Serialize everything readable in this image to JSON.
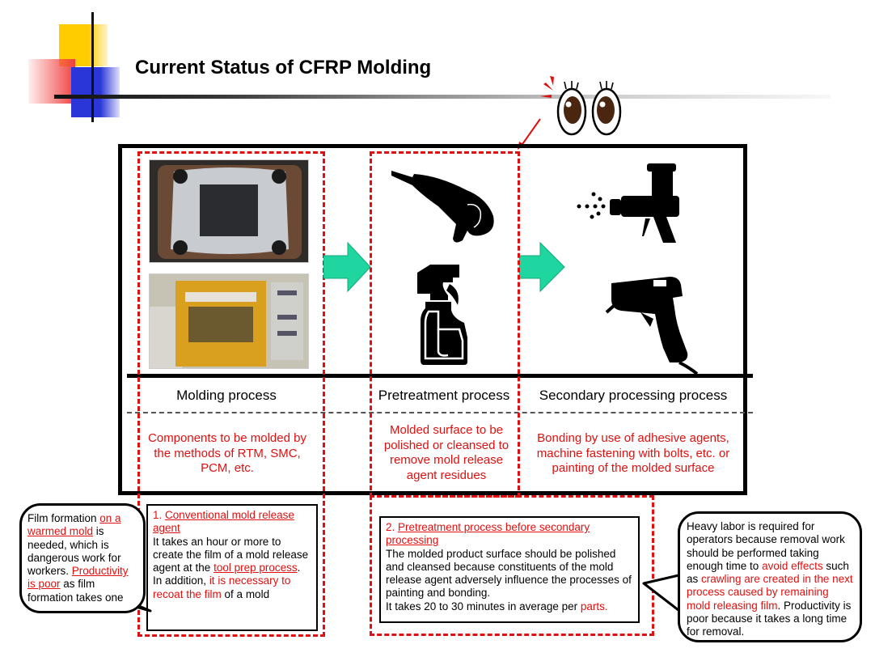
{
  "header": {
    "title": "Current Status of CFRP Molding"
  },
  "colors": {
    "accent_red": "#e01010",
    "arrow_green": "#1fd6a0",
    "deco_yellow": "#ffcc00",
    "deco_red": "#f04040",
    "deco_blue": "#2a36d8"
  },
  "processes": [
    {
      "label": "Molding process",
      "description": "Components to be molded by the methods of RTM, SMC, PCM, etc.",
      "images": [
        "mold-photo",
        "press-machine-photo"
      ]
    },
    {
      "label": "Pretreatment process",
      "description": "Molded surface to be polished or cleansed to remove mold release agent residues",
      "icons": [
        "angle-grinder-icon",
        "spray-bottle-icon"
      ]
    },
    {
      "label": "Secondary processing process",
      "description": "Bonding by use of adhesive agents, machine fastening with bolts, etc. or painting of the molded surface",
      "icons": [
        "spray-gun-icon",
        "glue-gun-icon"
      ]
    }
  ],
  "notes": {
    "note1": {
      "number": "1. ",
      "heading_line1": "Conventional mold release",
      "heading_line2": "agent",
      "text1": "It takes an hour or more to create the film of a mold release agent at the ",
      "text1_highlight": "tool prep process",
      "text1_end": ".",
      "text2_start": "In addition, ",
      "text2_highlight": "it is necessary to recoat the film",
      "text2_end": " of a mold"
    },
    "note2": {
      "number": "2. ",
      "heading_line1": "Pretreatment process before secondary",
      "heading_line2": "processing",
      "text1": "The molded product surface should be polished and cleansed because constituents of the mold release agent adversely influence the processes of painting and bonding.",
      "text2_start": "It takes 20 to 30 minutes in average per ",
      "text2_highlight": "parts."
    }
  },
  "bubbles": {
    "left": {
      "t1": "Film formation ",
      "h1": "on a warmed mold",
      "t2": " is needed, which is dangerous work for workers. ",
      "h2": "Productivity is poor",
      "t3": " as film formation takes one"
    },
    "right": {
      "t1": "Heavy labor is required for operators because removal work should be performed taking enough time to ",
      "h1": "avoid effects",
      "t2": " such as ",
      "h2": "crawling are created in the next process caused by remaining mold releasing film",
      "t3": ". Productivity is poor because it takes a long time for removal."
    }
  }
}
